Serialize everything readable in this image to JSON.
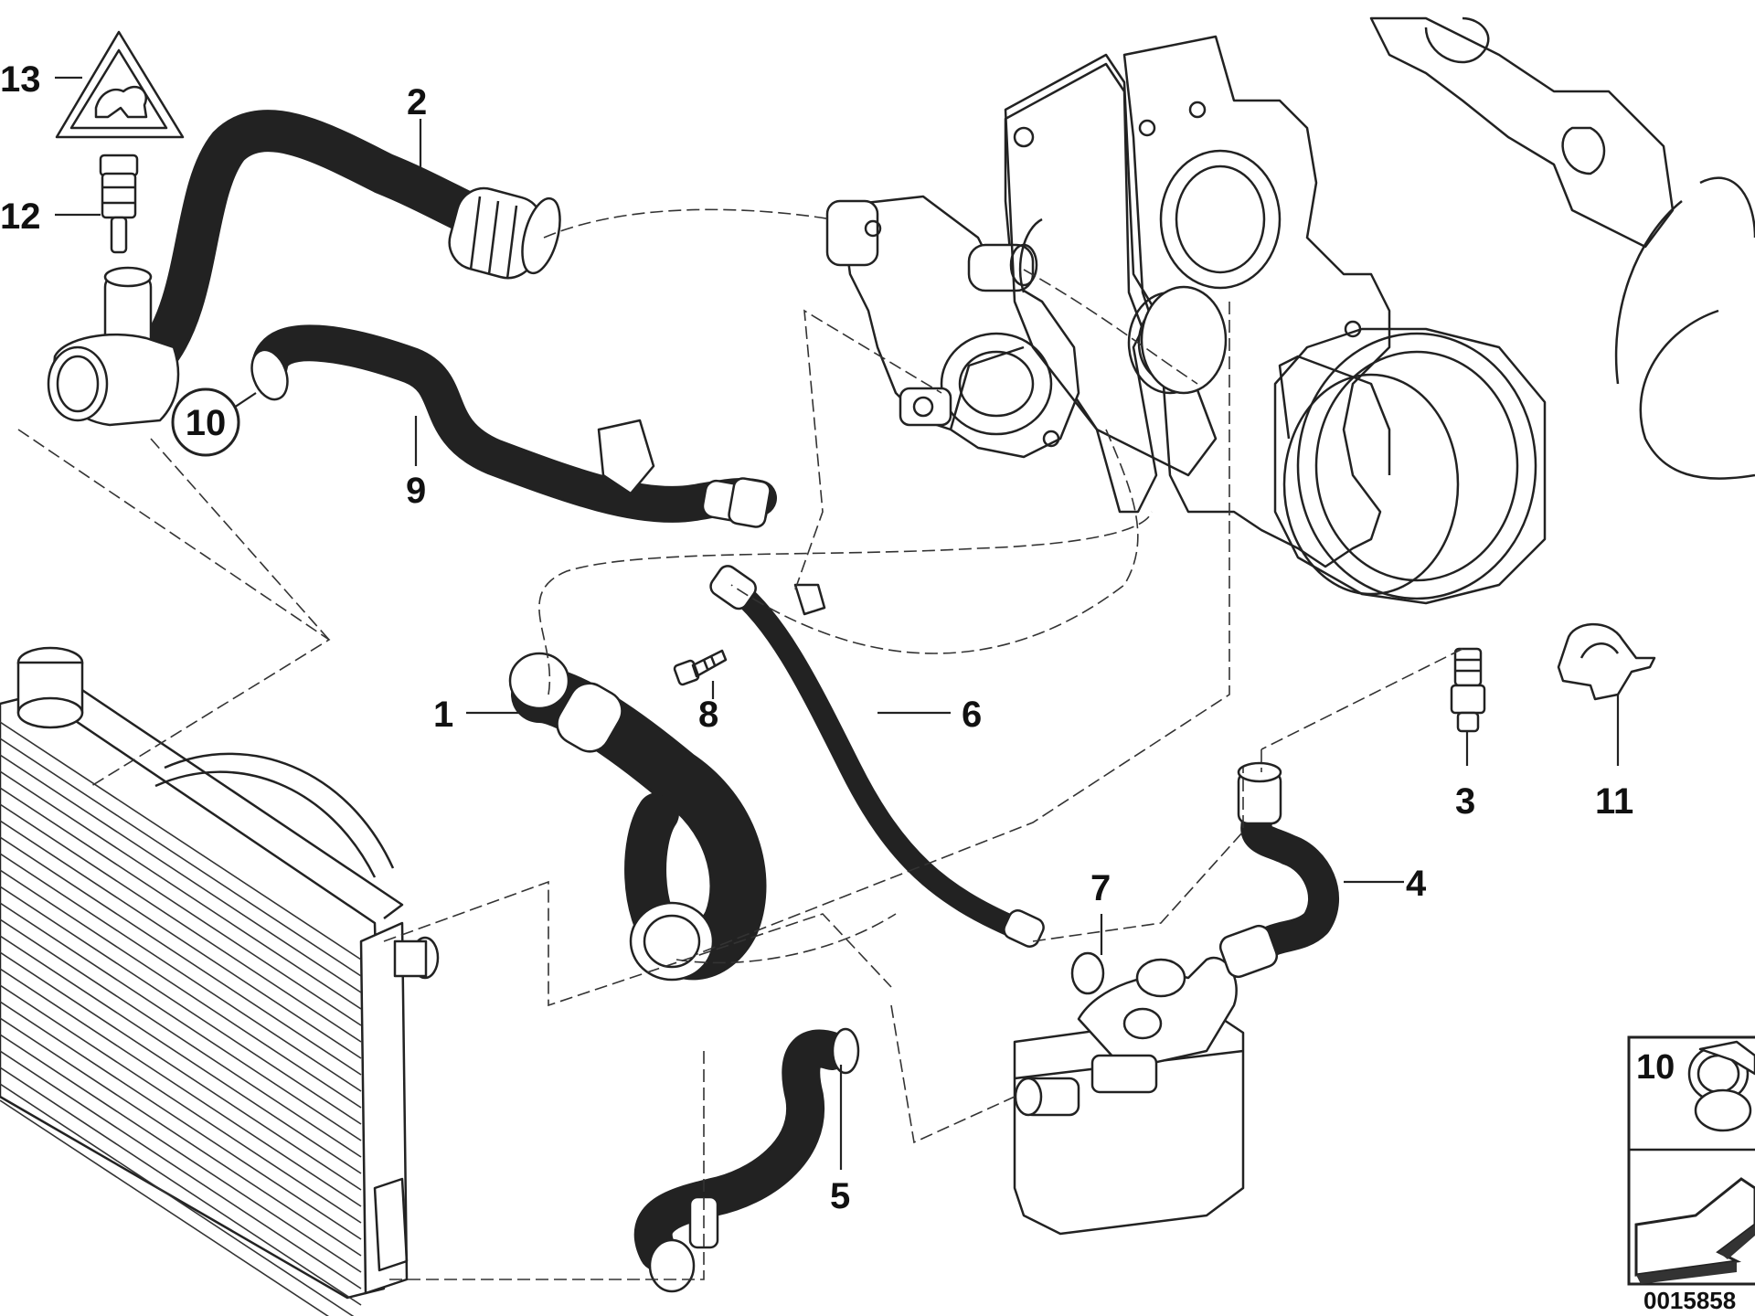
{
  "diagram": {
    "labels": {
      "p1": "1",
      "p2": "2",
      "p3": "3",
      "p4": "4",
      "p5": "5",
      "p6": "6",
      "p7": "7",
      "p8": "8",
      "p9": "9",
      "p10": "10",
      "p11": "11",
      "p12": "12",
      "p13": "13",
      "inset10": "10"
    },
    "diagram_code": "0015858"
  }
}
